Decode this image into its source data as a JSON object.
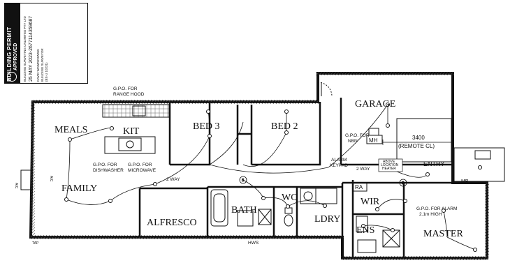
{
  "stamp": {
    "title": "BUILDING PERMIT",
    "status": "APPROVED",
    "company": "BUILDING SURVEYING UNLIMITED PTY LTD",
    "date_ref": "25 MAY 2023-2677114359687",
    "surveyor": "DAVID WAWRZOWSKI",
    "role": "BUILDING SURVEYOR",
    "reg": "(BS-U 10231)"
  },
  "rooms": {
    "meals": "MEALS",
    "kit": "KIT",
    "family": "FAMILY",
    "alfresco": "ALFRESCO",
    "bed3": "BED 3",
    "bed2": "BED 2",
    "garage": "GARAGE",
    "bath": "BATH",
    "wc": "WC",
    "ldry": "LDRY",
    "wir": "WIR",
    "ens": "ENS",
    "master": "MASTER",
    "entry": "ENTRY"
  },
  "labels": {
    "gpo_range_1": "G.P.O. FOR",
    "gpo_range_2": "RANGE HOOD",
    "gpo_dish_1": "G.P.O. FOR",
    "gpo_dish_2": "DISHWASHER",
    "gpo_micro_1": "G.P.O. FOR",
    "gpo_micro_2": "MICROWAVE",
    "two_way_1": "2 WAY",
    "two_way_2": "2 WAY",
    "alarm_1": "ALARM",
    "alarm_2": "KEYPAD",
    "above_1": "ABOVE",
    "above_2": "LOCATION",
    "above_3": "HEATER",
    "gpo_nbn_1": "G.P.O. FOR",
    "gpo_nbn_2": "NBN",
    "mh": "MH",
    "dim": "3400",
    "remote": "(REMOTE CL)",
    "ra": "RA",
    "mb": "MB",
    "gpo_alarm_1": "G.P.O. FOR ALARM",
    "gpo_alarm_2": "2.1m HIGH",
    "hws": "HWS",
    "tap": "TAP",
    "ac_left": "A/C",
    "ac_right": "A/C"
  }
}
